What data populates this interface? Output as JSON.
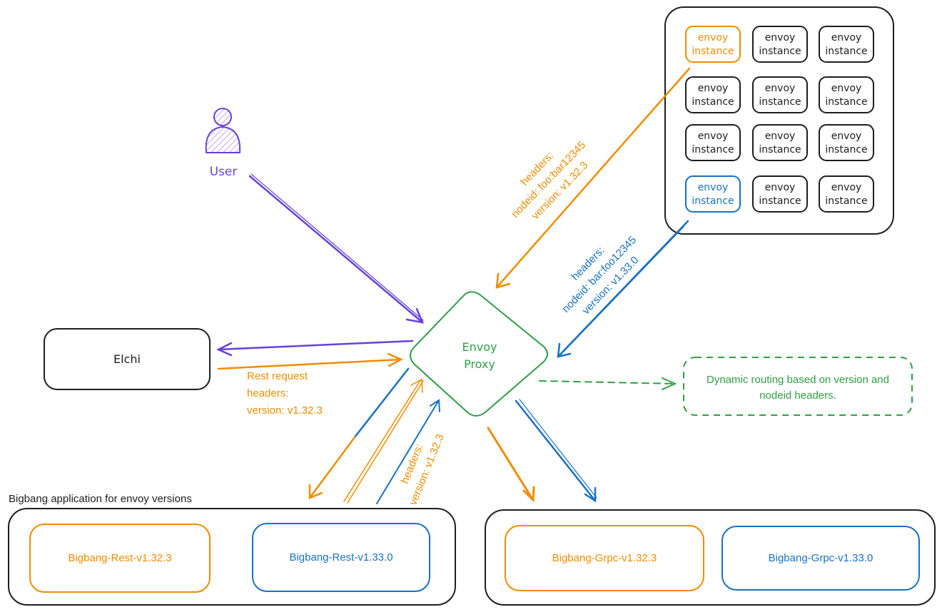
{
  "colors": {
    "dark": "#1e1e1e",
    "orange": "#f08c00",
    "blue": "#1971c2",
    "green": "#2f9e44",
    "purple": "#6741d9"
  },
  "user": {
    "label": "User",
    "icon": "user-icon"
  },
  "elchi": {
    "label": "Elchi"
  },
  "proxy": {
    "line1": "Envoy",
    "line2": "Proxy"
  },
  "note": {
    "line1": "Dynamic routing based on version and",
    "line2": "nodeid headers."
  },
  "instances": {
    "line1": "envoy",
    "line2": "instance",
    "grid": [
      [
        "orange",
        "dark",
        "dark"
      ],
      [
        "dark",
        "dark",
        "dark"
      ],
      [
        "dark",
        "dark",
        "dark"
      ],
      [
        "blue",
        "dark",
        "dark"
      ]
    ]
  },
  "labels": {
    "orange_headers": {
      "l1": "headers:",
      "l2": "nodeid: foo:bar12345",
      "l3": "version: v1.32.3"
    },
    "blue_headers": {
      "l1": "headers:",
      "l2": "nodeid: bar:foo12345",
      "l3": "version: v1.33.0"
    },
    "rest_request": {
      "l1": "Rest request",
      "l2": "headers:",
      "l3": "version: v1.32.3"
    },
    "bottom_headers": {
      "l1": "headers:",
      "l2": "version: v1.32.3"
    }
  },
  "bigbang": {
    "caption": "Bigbang application for envoy versions",
    "rest_v1": "Bigbang-Rest-v1.32.3",
    "rest_v2": "Bigbang-Rest-v1.33.0",
    "grpc_v1": "Bigbang-Grpc-v1.32.3",
    "grpc_v2": "Bigbang-Grpc-v1.33.0"
  }
}
